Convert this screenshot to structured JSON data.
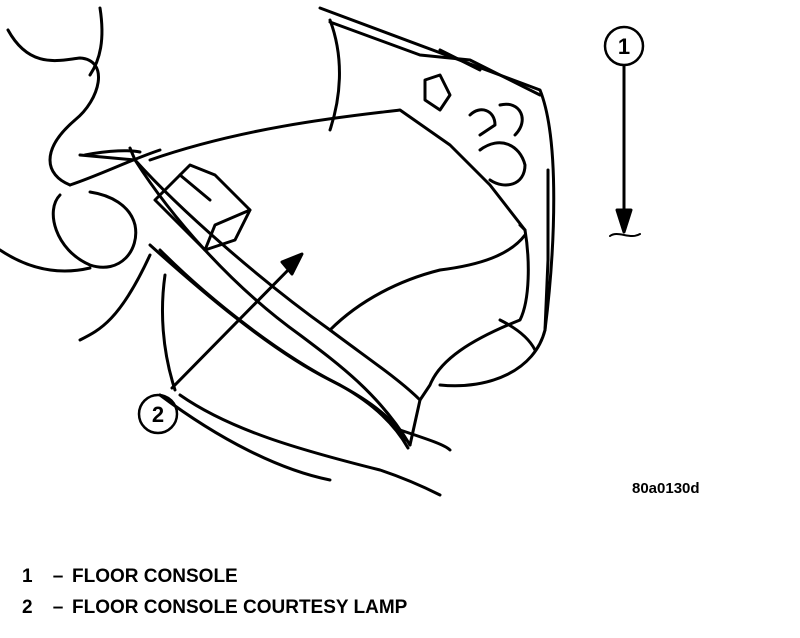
{
  "callouts": [
    {
      "number": "1"
    },
    {
      "number": "2"
    }
  ],
  "figure_id": "80a0130d",
  "legend": [
    {
      "number": "1",
      "separator": "–",
      "label": "FLOOR CONSOLE"
    },
    {
      "number": "2",
      "separator": "–",
      "label": "FLOOR CONSOLE COURTESY LAMP"
    }
  ]
}
